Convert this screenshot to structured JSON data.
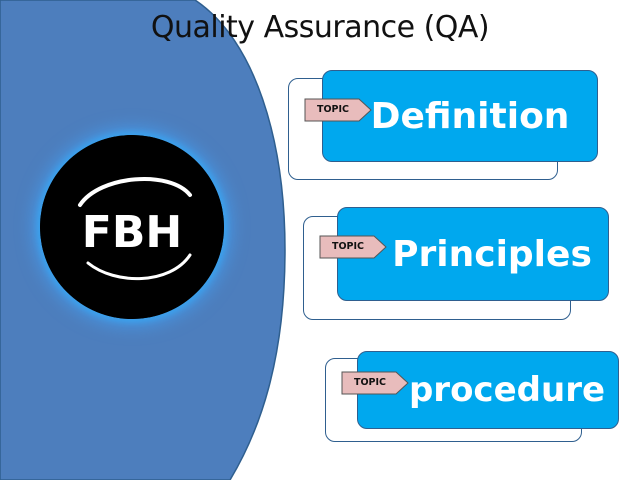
{
  "slide": {
    "title": "Quality Assurance (QA)"
  },
  "logo": {
    "text": "FBH",
    "icon": "fbh-logo-icon"
  },
  "topics": [
    {
      "tag": "TOPIC",
      "label": "Definition"
    },
    {
      "tag": "TOPIC",
      "label": "Principles"
    },
    {
      "tag": "TOPIC",
      "label": "procedure"
    }
  ],
  "colors": {
    "side_panel": "#4d7ebd",
    "box_fill": "#00a8ee",
    "box_border": "#2f5f8f",
    "tag_fill": "#e8bcbc",
    "logo_glow": "#3aa2ee"
  }
}
